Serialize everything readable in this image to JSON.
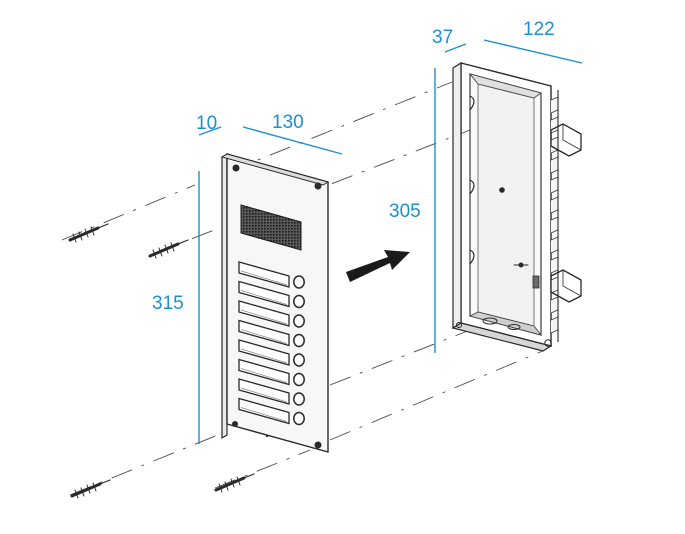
{
  "dimensions": {
    "panel_thickness": "10",
    "panel_width": "130",
    "panel_height": "315",
    "box_depth": "37",
    "box_width": "122",
    "box_height": "305"
  },
  "panel": {
    "name_slots": 8,
    "call_buttons": 8,
    "screws": 4
  },
  "colors": {
    "dimension": "#1f8fd1",
    "ink": "#2a2a2a",
    "background": "#ffffff"
  }
}
